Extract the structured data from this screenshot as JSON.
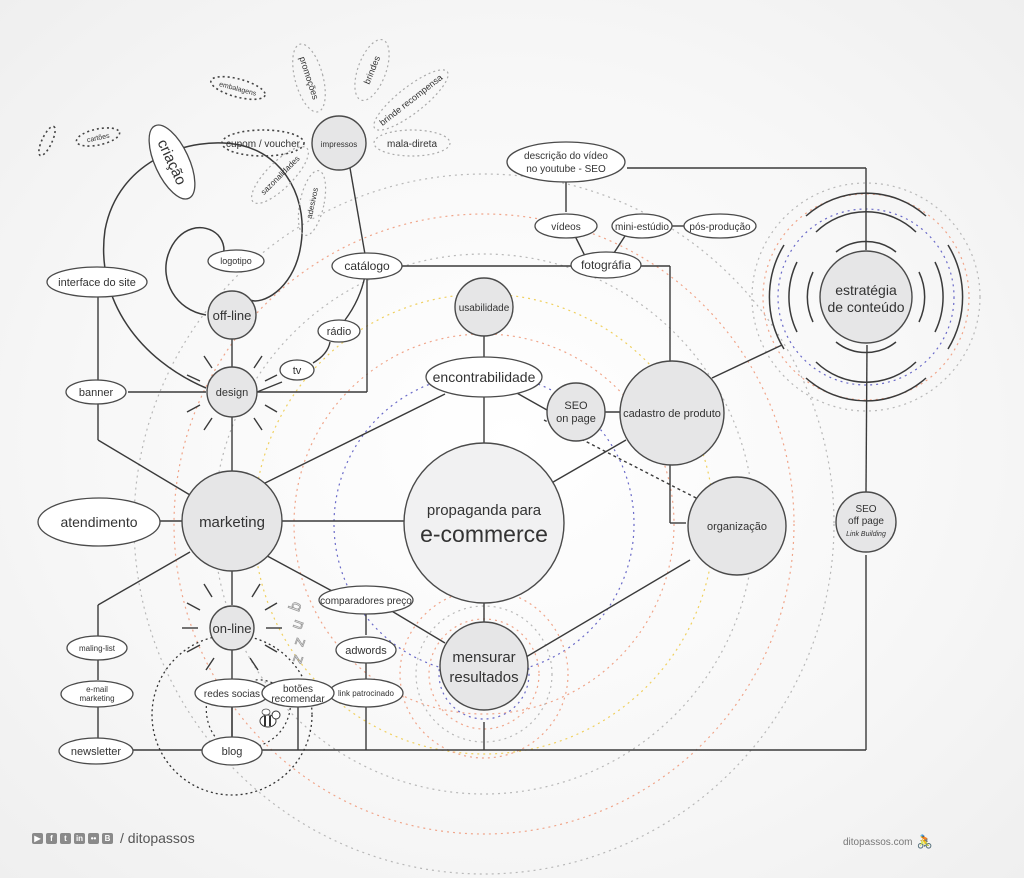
{
  "title": "propaganda para e-commerce",
  "center": {
    "line1": "propaganda para",
    "line2": "e-commerce"
  },
  "hubs": {
    "marketing": "marketing",
    "design": "design",
    "offline": "off-line",
    "online": "on-line",
    "impressos": "impressos",
    "usabilidade": "usabilidade",
    "seo_on_page": {
      "line1": "SEO",
      "line2": "on page"
    },
    "cadastro": "cadastro de produto",
    "organizacao": "organização",
    "mensurar": {
      "line1": "mensurar",
      "line2": "resultados"
    },
    "estrategia": {
      "line1": "estratégia",
      "line2": "de conteúdo"
    },
    "seo_off_page": {
      "line1": "SEO",
      "line2": "off page",
      "line3": "Link Building"
    }
  },
  "ellipses": {
    "criacao": "criação",
    "logotipo": "logotipo",
    "interface": "interface do site",
    "banner": "banner",
    "catalogo": "catálogo",
    "radio": "rádio",
    "tv": "tv",
    "encontrabilidade": "encontrabilidade",
    "fotografia": "fotográfia",
    "videos": "vídeos",
    "mini_estudio": "mini-estúdio",
    "pos_producao": "pós-produção",
    "descricao": {
      "line1": "descrição do vídeo",
      "line2": "no youtube - SEO"
    },
    "atendimento": "atendimento",
    "comparadores": "comparadores preço",
    "adwords": "adwords",
    "link_patrocinado": "link patrocinado",
    "maling_list": "maling-list",
    "email_marketing": {
      "line1": "e-mail",
      "line2": "marketing"
    },
    "newsletter": "newsletter",
    "redes_sociais": "redes socias",
    "botoes": {
      "line1": "botões",
      "line2": "recomendar"
    },
    "blog": "blog"
  },
  "petals": {
    "cupom": "cupom / voucher",
    "embalagens": "embalagens",
    "cartoes": "cartões",
    "promocoes": "promoções",
    "brindes": "brindes",
    "brinde_recompensa": "brinde recompensa",
    "mala_direta": "mala-direta",
    "sazonalidades": "sazonalidades",
    "adesivos": "adesivos"
  },
  "buzz": [
    "b",
    "u",
    "z",
    "z"
  ],
  "ring_colors": {
    "orange": "#f0a58a",
    "yellow": "#f0d060",
    "blue": "#6a6ac8",
    "gray": "#b8b8b8"
  },
  "footer": {
    "social_icons": [
      "youtube-icon",
      "facebook-icon",
      "twitter-icon",
      "linkedin-icon",
      "flickr-icon",
      "blogger-icon"
    ],
    "social_glyphs": [
      "▶",
      "f",
      "t",
      "in",
      "••",
      "B"
    ],
    "handle": "/ ditopassos",
    "site": "ditopassos.com"
  }
}
